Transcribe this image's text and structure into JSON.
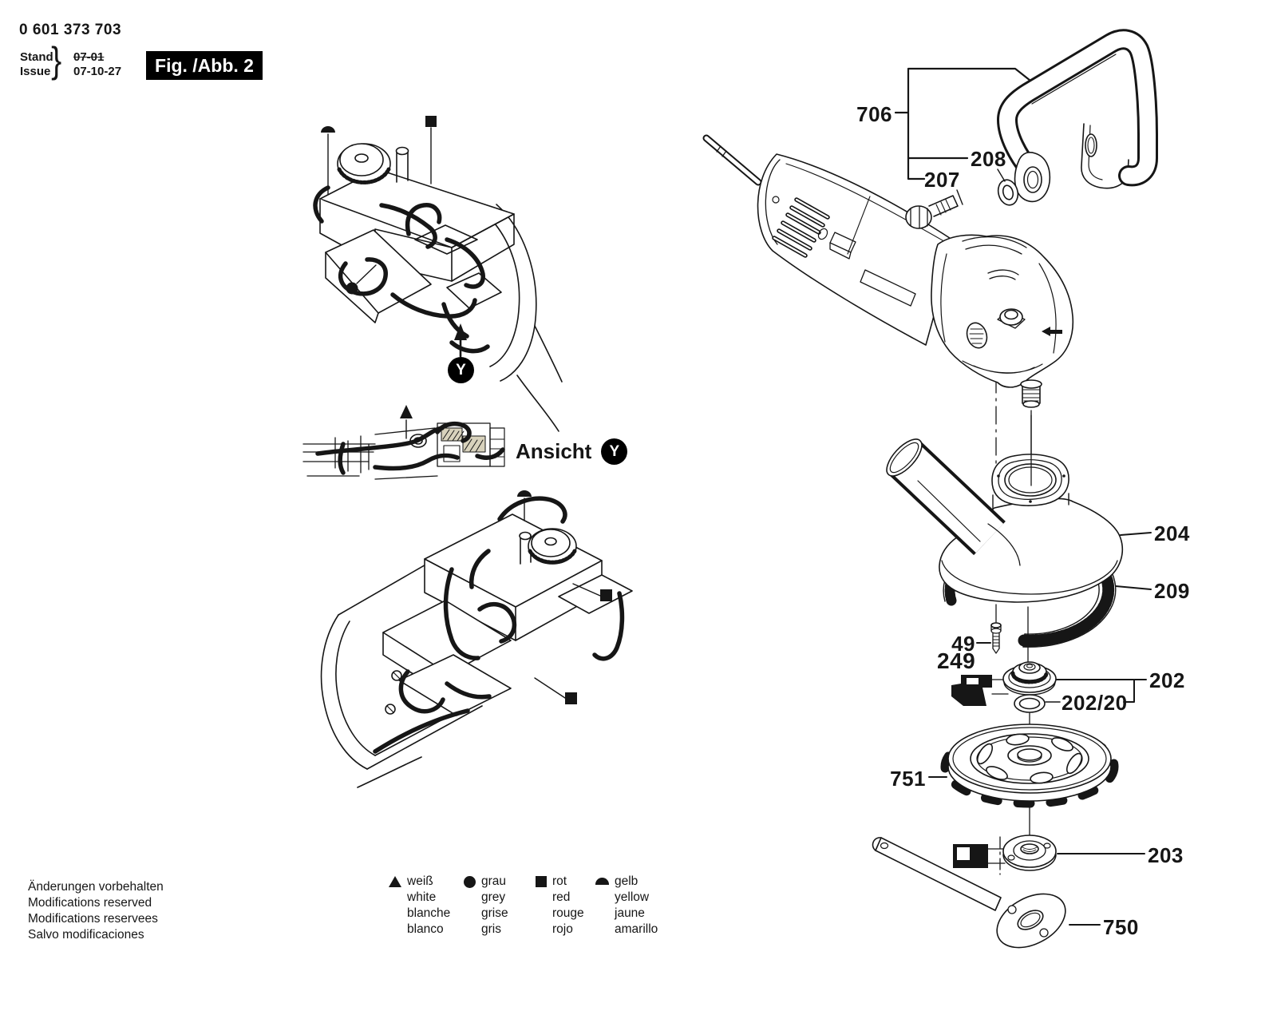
{
  "header": {
    "part_number": "0 601 373 703",
    "revision": {
      "stand_label": "Stand",
      "issue_label": "Issue",
      "brace": "}",
      "old_value": "07-01",
      "new_value": "07-10-27"
    },
    "figure_badge": "Fig. /Abb. 2"
  },
  "diagram": {
    "view_label": "Ansicht",
    "view_letter": "Y",
    "part_labels": {
      "n706": "706",
      "n208": "208",
      "n207": "207",
      "n204": "204",
      "n209": "209",
      "n49": "49",
      "n249": "249",
      "n202": "202",
      "n202_20": "202/20",
      "n751": "751",
      "n203": "203",
      "n750": "750"
    }
  },
  "color_legend": [
    {
      "symbol": "triangle",
      "terms": [
        "weiß",
        "white",
        "blanche",
        "blanco"
      ]
    },
    {
      "symbol": "circle",
      "terms": [
        "grau",
        "grey",
        "grise",
        "gris"
      ]
    },
    {
      "symbol": "square",
      "terms": [
        "rot",
        "red",
        "rouge",
        "rojo"
      ]
    },
    {
      "symbol": "half-circle",
      "terms": [
        "gelb",
        "yellow",
        "jaune",
        "amarillo"
      ]
    }
  ],
  "footer": {
    "notes": [
      "Änderungen vorbehalten",
      "Modifications reserved",
      "Modifications reservees",
      "Salvo modificaciones"
    ]
  },
  "colors": {
    "ink": "#161616",
    "paper": "#ffffff",
    "badge_bg": "#000000",
    "badge_text": "#ffffff"
  }
}
